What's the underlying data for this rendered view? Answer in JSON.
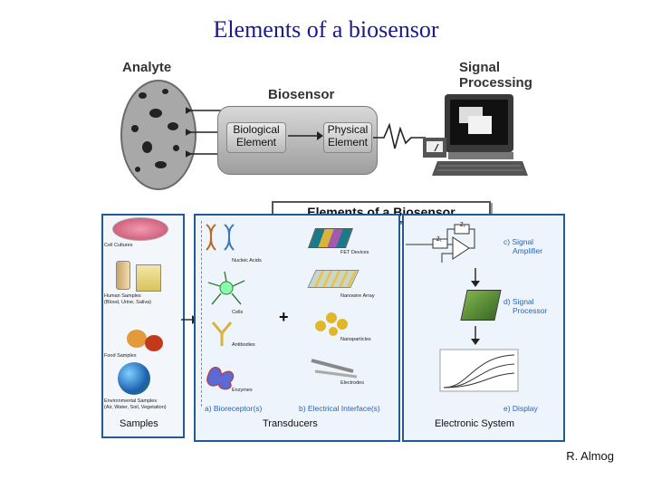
{
  "title": "Elements of a biosensor",
  "author": "R. Almog",
  "top": {
    "analyte": "Analyte",
    "biosensor": "Biosensor",
    "biological_element": [
      "Biological",
      "Element"
    ],
    "physical_element": [
      "Physical",
      "Element"
    ],
    "signal_processing": [
      "Signal",
      "Processing"
    ]
  },
  "bottom": {
    "header": "Elements of a Biosensor",
    "samples": {
      "footer": "Samples",
      "items": [
        "Cell Cultures",
        "Human Samples",
        "(Blood, Urine, Saliva)",
        "Food Samples",
        "Environmental Samples",
        "(Air, Water, Soil, Vegetation)"
      ]
    },
    "transducers": {
      "footer": "Transducers",
      "plus": "+",
      "bio": [
        "Nucleic Acids",
        "Cells",
        "Antibodies",
        "Enzymes"
      ],
      "elec": [
        "FET Devices",
        "Nanowire Array",
        "Nanoparticles",
        "Electrodes"
      ],
      "caption_a": "a) Bioreceptor(s)",
      "caption_b": "b) Electrical Interface(s)"
    },
    "electronic": {
      "footer": "Electronic System",
      "z2": "Z₂",
      "z1": "Z₁",
      "c": [
        "c) Signal",
        "Amplifier"
      ],
      "d": [
        "d) Signal",
        "Processor"
      ],
      "e": "e) Display"
    }
  },
  "colors": {
    "title": "#1a1a8c",
    "panel_border": "#1f5a99",
    "caption_blue": "#2a63b8"
  }
}
